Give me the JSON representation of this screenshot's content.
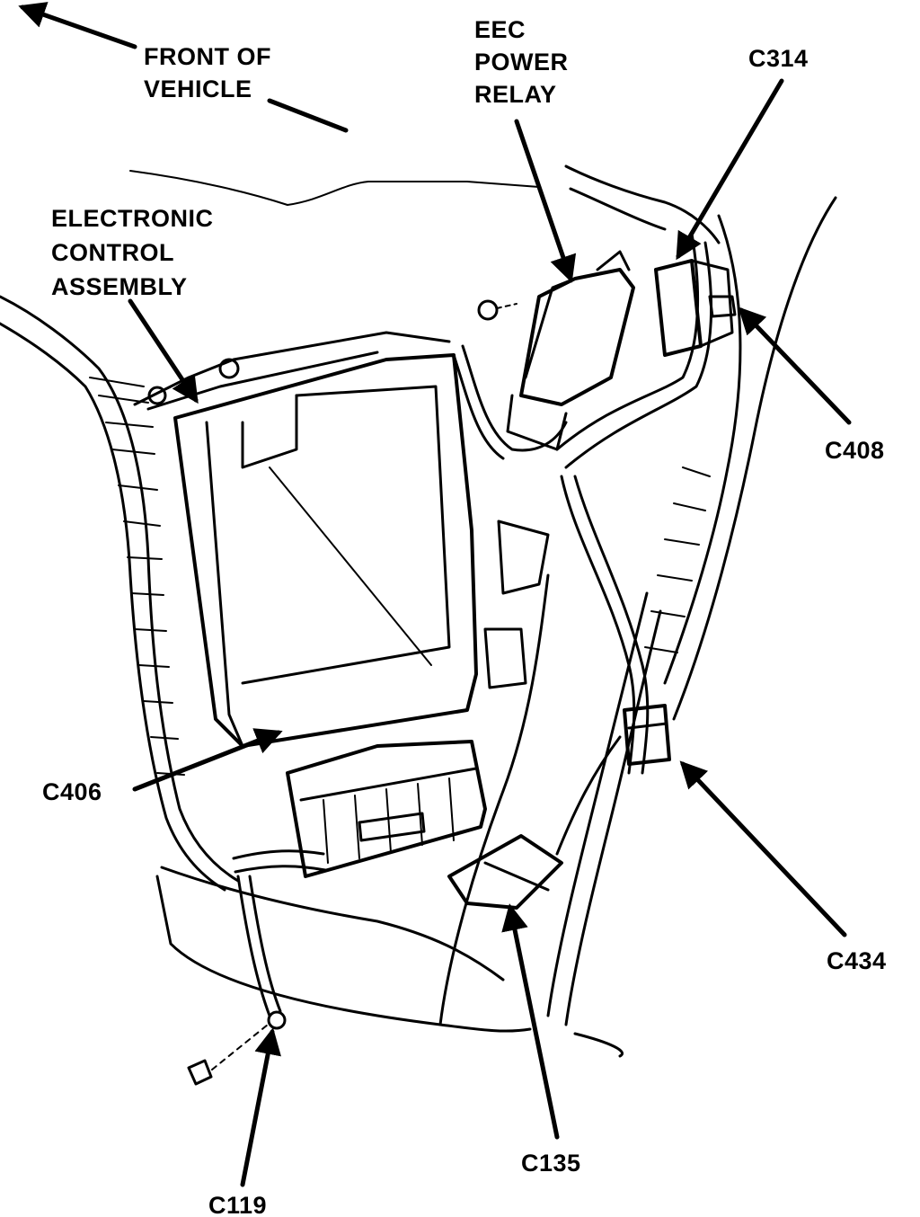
{
  "labels": {
    "front_line1": "FRONT OF",
    "front_line2": "VEHICLE",
    "eec_line1": "EEC",
    "eec_line2": "POWER",
    "eec_line3": "RELAY",
    "c314": "C314",
    "eca_line1": "ELECTRONIC",
    "eca_line2": "CONTROL",
    "eca_line3": "ASSEMBLY",
    "c408": "C408",
    "c406": "C406",
    "c434": "C434",
    "c135": "C135",
    "c119": "C119"
  },
  "colors": {
    "ink": "#000000",
    "paper": "#ffffff"
  }
}
